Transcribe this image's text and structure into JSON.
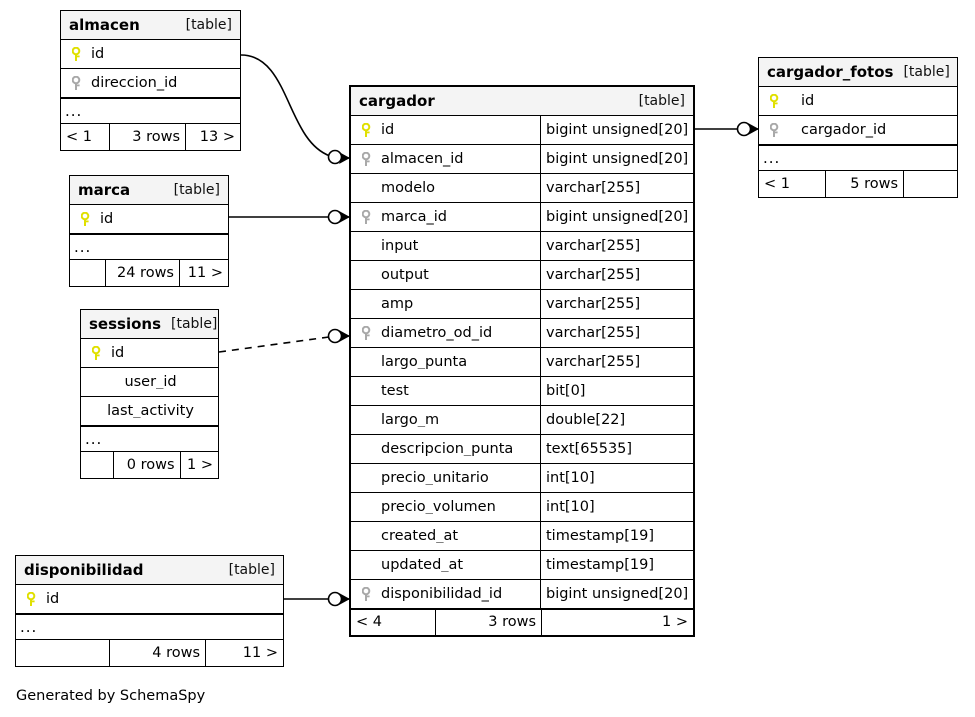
{
  "diagram": {
    "generator_note": "Generated by SchemaSpy",
    "table_tag": "[table]",
    "ellipsis": "...",
    "colors": {
      "pk_key": "#e8e800",
      "fk_key": "#a9a9a9",
      "header_bg": "#f4f4f4",
      "border": "#000000",
      "background": "#ffffff"
    }
  },
  "tables": {
    "almacen": {
      "name": "almacen",
      "tag": "[table]",
      "columns": [
        {
          "key": "pk",
          "name": "id",
          "type": ""
        },
        {
          "key": "fk",
          "name": "direccion_id",
          "type": ""
        }
      ],
      "ellipsis": "...",
      "footer": {
        "prev": "< 1",
        "rows": "3 rows",
        "next": "13 >"
      }
    },
    "marca": {
      "name": "marca",
      "tag": "[table]",
      "columns": [
        {
          "key": "pk",
          "name": "id",
          "type": ""
        }
      ],
      "ellipsis": "...",
      "footer": {
        "prev": "",
        "rows": "24 rows",
        "next": "11 >"
      }
    },
    "sessions": {
      "name": "sessions",
      "tag": "[table]",
      "columns": [
        {
          "key": "pk",
          "name": "id",
          "type": ""
        },
        {
          "key": "none",
          "name": "user_id",
          "type": ""
        },
        {
          "key": "none",
          "name": "last_activity",
          "type": ""
        }
      ],
      "ellipsis": "...",
      "footer": {
        "prev": "",
        "rows": "0 rows",
        "next": "1 >"
      }
    },
    "disponibilidad": {
      "name": "disponibilidad",
      "tag": "[table]",
      "columns": [
        {
          "key": "pk",
          "name": "id",
          "type": ""
        }
      ],
      "ellipsis": "...",
      "footer": {
        "prev": "",
        "rows": "4 rows",
        "next": "11 >"
      }
    },
    "cargador": {
      "name": "cargador",
      "tag": "[table]",
      "columns": [
        {
          "key": "pk",
          "name": "id",
          "type": "bigint unsigned[20]"
        },
        {
          "key": "fk",
          "name": "almacen_id",
          "type": "bigint unsigned[20]"
        },
        {
          "key": "none",
          "name": "modelo",
          "type": "varchar[255]"
        },
        {
          "key": "fk",
          "name": "marca_id",
          "type": "bigint unsigned[20]"
        },
        {
          "key": "none",
          "name": "input",
          "type": "varchar[255]"
        },
        {
          "key": "none",
          "name": "output",
          "type": "varchar[255]"
        },
        {
          "key": "none",
          "name": "amp",
          "type": "varchar[255]"
        },
        {
          "key": "fk",
          "name": "diametro_od_id",
          "type": "varchar[255]"
        },
        {
          "key": "none",
          "name": "largo_punta",
          "type": "varchar[255]"
        },
        {
          "key": "none",
          "name": "test",
          "type": "bit[0]"
        },
        {
          "key": "none",
          "name": "largo_m",
          "type": "double[22]"
        },
        {
          "key": "none",
          "name": "descripcion_punta",
          "type": "text[65535]"
        },
        {
          "key": "none",
          "name": "precio_unitario",
          "type": "int[10]"
        },
        {
          "key": "none",
          "name": "precio_volumen",
          "type": "int[10]"
        },
        {
          "key": "none",
          "name": "created_at",
          "type": "timestamp[19]"
        },
        {
          "key": "none",
          "name": "updated_at",
          "type": "timestamp[19]"
        },
        {
          "key": "fk",
          "name": "disponibilidad_id",
          "type": "bigint unsigned[20]"
        }
      ],
      "footer": {
        "prev": "< 4",
        "rows": "3 rows",
        "next": "1 >"
      }
    },
    "cargador_fotos": {
      "name": "cargador_fotos",
      "tag": "[table]",
      "columns": [
        {
          "key": "pk",
          "name": "id",
          "type": ""
        },
        {
          "key": "fk",
          "name": "cargador_id",
          "type": ""
        }
      ],
      "ellipsis": "...",
      "footer": {
        "prev": "< 1",
        "rows": "5 rows",
        "next": ""
      }
    }
  },
  "relationships": [
    {
      "name": "almacen-to-cargador",
      "from": "almacen.id",
      "to": "cargador.almacen_id",
      "style": "solid"
    },
    {
      "name": "marca-to-cargador",
      "from": "marca.id",
      "to": "cargador.marca_id",
      "style": "solid"
    },
    {
      "name": "sessions-to-cargador",
      "from": "sessions.id",
      "to": "cargador.diametro_od_id",
      "style": "dashed"
    },
    {
      "name": "disponibilidad-to-cargador",
      "from": "disponibilidad.id",
      "to": "cargador.disponibilidad_id",
      "style": "solid"
    },
    {
      "name": "cargador-to-cargador-fotos",
      "from": "cargador.id",
      "to": "cargador_fotos.cargador_id",
      "style": "solid"
    }
  ]
}
